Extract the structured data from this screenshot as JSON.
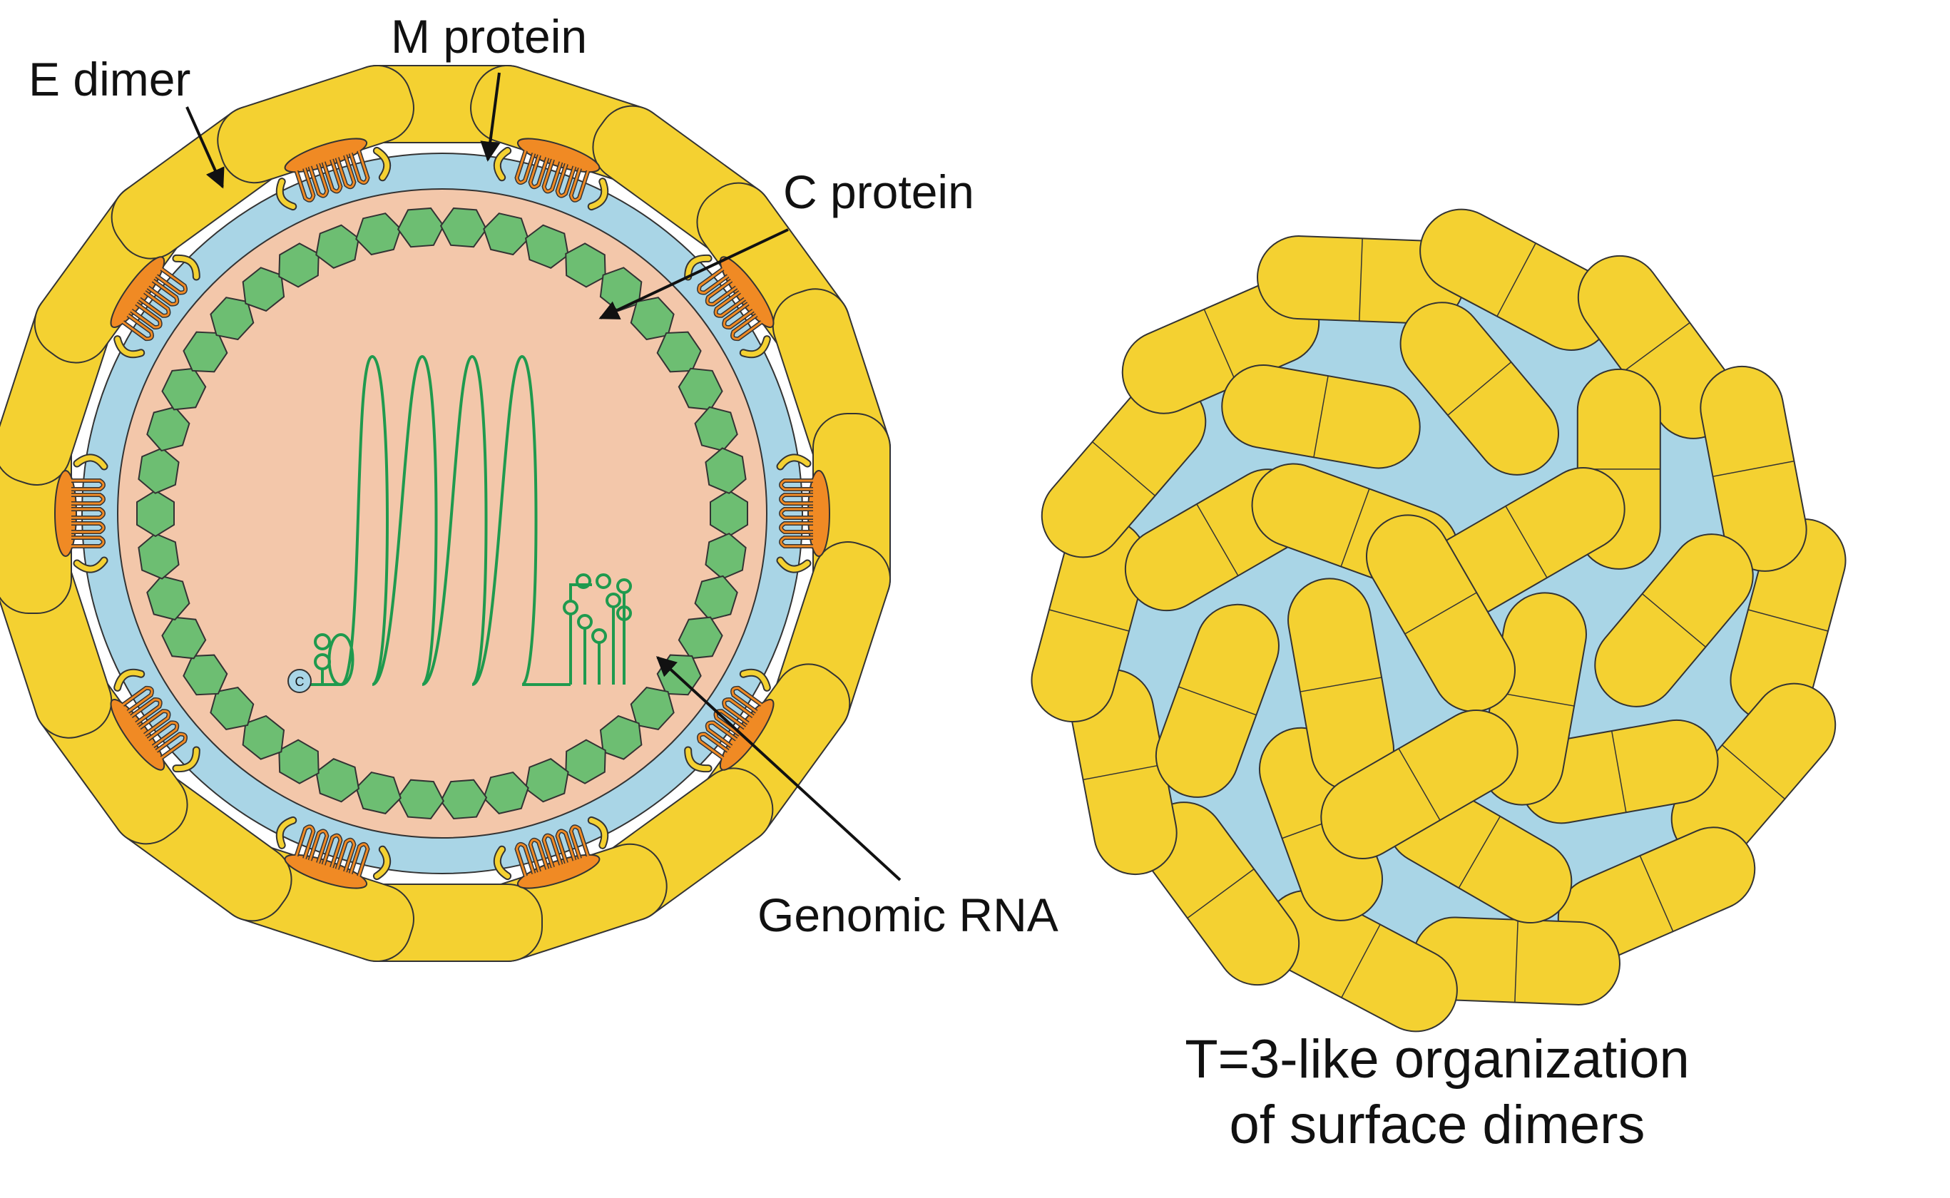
{
  "labels": {
    "e_dimer": "E dimer",
    "m_protein": "M protein",
    "c_protein": "C protein",
    "genomic_rna": "Genomic RNA",
    "c_marker": "C"
  },
  "caption": {
    "line1": "T=3-like organization",
    "line2": "of surface dimers"
  },
  "colors": {
    "e_protein": "#F4D131",
    "m_protein": "#F08A24",
    "membrane": "#A9D5E6",
    "capsid": "#6DBE72",
    "interior": "#F3C7AA",
    "rna": "#1F9A4E",
    "outline": "#333333"
  }
}
